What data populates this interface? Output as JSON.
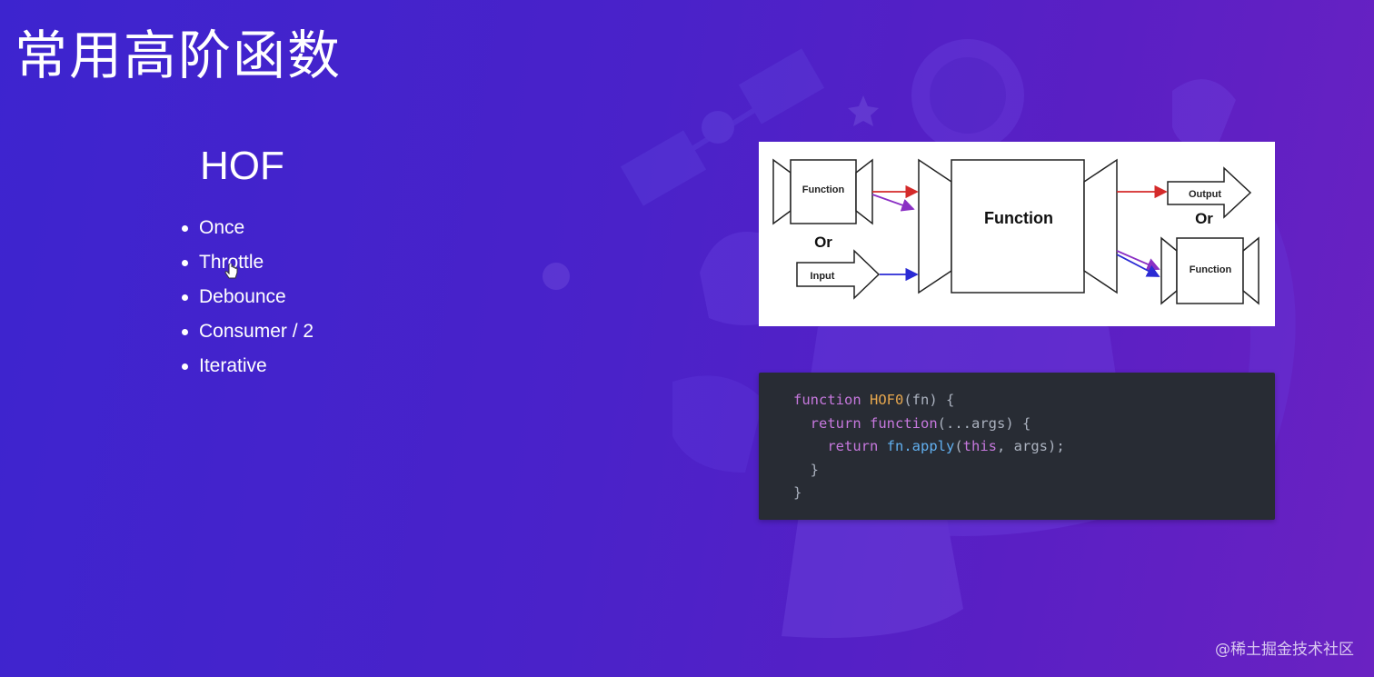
{
  "slide": {
    "title": "常用高阶函数",
    "section_heading": "HOF",
    "topics": [
      "Once",
      "Throttle",
      "Debounce",
      "Consumer / 2",
      "Iterative"
    ]
  },
  "diagram": {
    "left_top_label": "Function",
    "left_or": "Or",
    "left_bottom_label": "Input",
    "center_label": "Function",
    "right_top_label": "Output",
    "right_or": "Or",
    "right_bottom_label": "Function"
  },
  "code": {
    "line1": {
      "kw": "function",
      "name": "HOF0",
      "rest": "(fn) {"
    },
    "line2": {
      "indent": "  ",
      "kw": "return",
      "fn_kw": "function",
      "rest": "(...args) {"
    },
    "line3": {
      "indent": "    ",
      "kw": "return",
      "call": "fn.apply",
      "open": "(",
      "this_kw": "this",
      "rest": ", args);"
    },
    "line4": "  }",
    "line5": "}"
  },
  "watermark": "@稀土掘金技术社区",
  "colors": {
    "background": "#4a22c9",
    "code_bg": "#282c34",
    "keyword": "#c678dd",
    "function_name": "#e5a64e",
    "method": "#61afef",
    "arrow_red": "#d42a2a",
    "arrow_purple": "#8a2fc4",
    "arrow_blue": "#2a2ad4"
  },
  "icons": [
    "pointer-cursor-icon",
    "astronaut-illustration",
    "satellite-illustration",
    "star-icon"
  ]
}
